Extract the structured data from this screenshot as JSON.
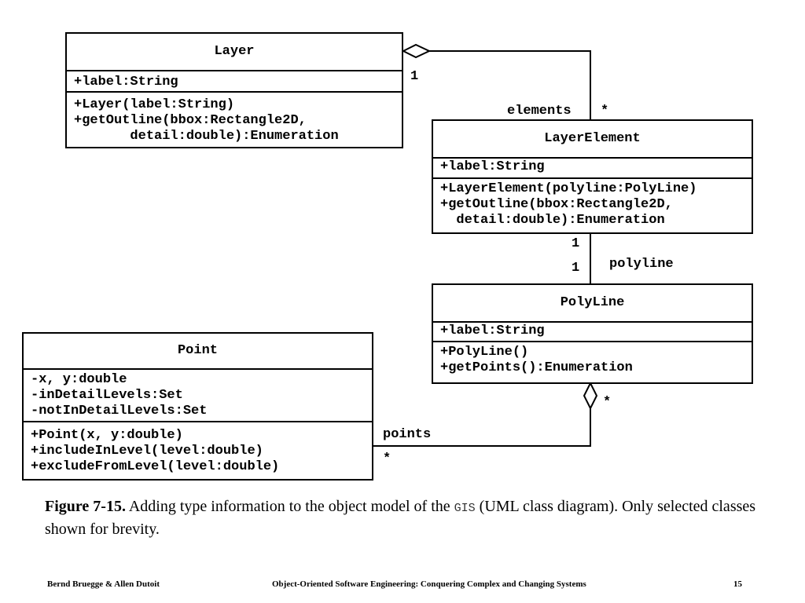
{
  "classes": {
    "layer": {
      "name": "Layer",
      "attributes": [
        "+label:String"
      ],
      "operations": [
        "+Layer(label:String)",
        "+getOutline(bbox:Rectangle2D,",
        "       detail:double):Enumeration"
      ]
    },
    "layer_element": {
      "name": "LayerElement",
      "attributes": [
        "+label:String"
      ],
      "operations": [
        "+LayerElement(polyline:PolyLine)",
        "+getOutline(bbox:Rectangle2D,",
        "  detail:double):Enumeration"
      ]
    },
    "polyline": {
      "name": "PolyLine",
      "attributes": [
        "+label:String"
      ],
      "operations": [
        "+PolyLine()",
        "+getPoints():Enumeration"
      ]
    },
    "point": {
      "name": "Point",
      "attributes": [
        "-x, y:double",
        "-inDetailLevels:Set",
        "-notInDetailLevels:Set"
      ],
      "operations": [
        "+Point(x, y:double)",
        "+includeInLevel(level:double)",
        "+excludeFromLevel(level:double)"
      ]
    }
  },
  "associations": {
    "layer_elements": {
      "multiplicity_layer": "1",
      "role": "elements",
      "multiplicity_element": "*"
    },
    "element_polyline": {
      "multiplicity_element": "1",
      "multiplicity_polyline": "1",
      "role": "polyline"
    },
    "polyline_points": {
      "multiplicity_polyline": "*",
      "role": "points",
      "multiplicity_point": "*"
    }
  },
  "caption": {
    "figure_number": "Figure 7-15.",
    "text_before_code": " Adding type information to the object model of the ",
    "code": "GIS",
    "text_after_code": " (UML class diagram). Only selected classes shown for brevity."
  },
  "footer": {
    "authors": "Bernd Bruegge & Allen Dutoit",
    "book_title": "Object-Oriented Software Engineering: Conquering Complex and Changing Systems",
    "page_number": "15"
  }
}
